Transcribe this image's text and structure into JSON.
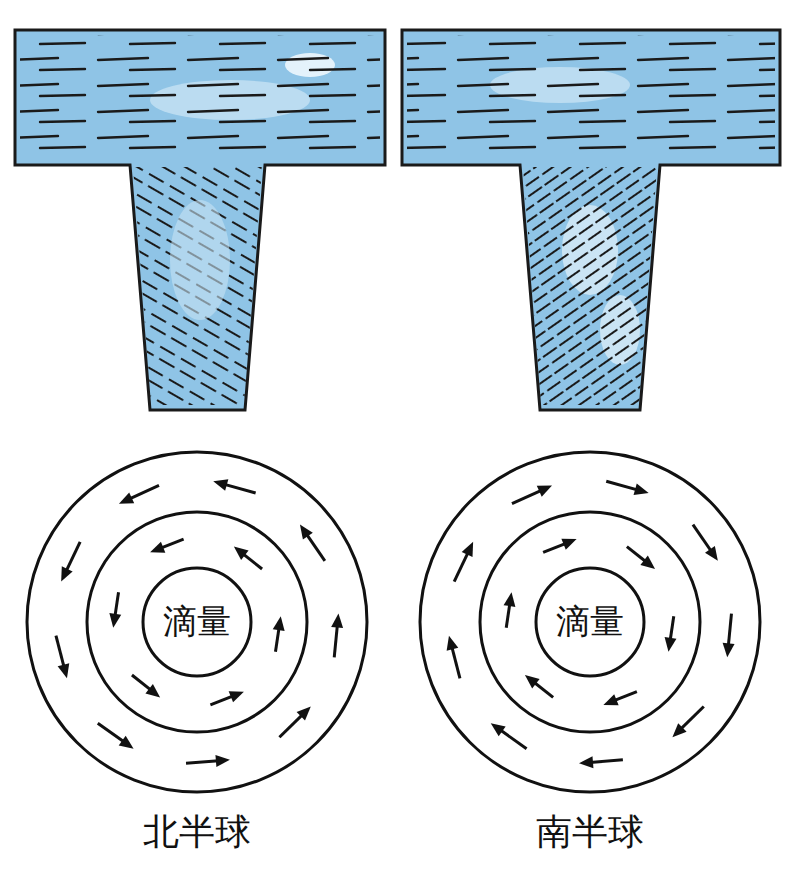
{
  "diagram": {
    "nodes": [
      {
        "text": [
          "滴量"
        ]
      },
      {
        "text": [
          "滴量"
        ]
      }
    ],
    "labels": [
      "北半球",
      "南半球"
    ]
  }
}
